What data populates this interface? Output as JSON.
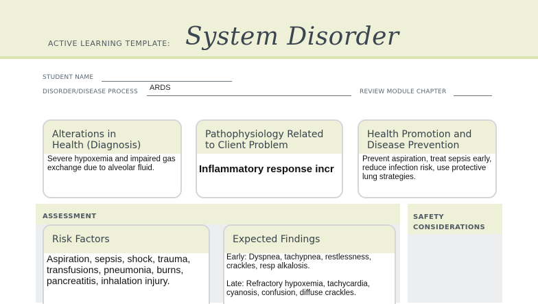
{
  "header": {
    "prefix": "ACTIVE LEARNING TEMPLATE:",
    "title": "System Disorder"
  },
  "form": {
    "student_name_label": "STUDENT NAME",
    "student_name_value": "",
    "disorder_label": "DISORDER/DISEASE PROCESS",
    "disorder_value": "ARDS",
    "review_module_label": "REVIEW MODULE CHAPTER",
    "review_module_value": ""
  },
  "boxes": {
    "alterations": {
      "heading_line1": "Alterations in",
      "heading_line2": "Health (Diagnosis)",
      "content": "Severe hypoxemia and impaired gas exchange due to alveolar fluid."
    },
    "pathophysiology": {
      "heading_line1": "Pathophysiology Related",
      "heading_line2": "to Client Problem",
      "content": "Inflammatory response incr"
    },
    "health_promotion": {
      "heading_line1": "Health Promotion and",
      "heading_line2": "Disease Prevention",
      "content": "Prevent aspiration, treat sepsis early, reduce infection risk, use protective lung strategies."
    }
  },
  "assessment": {
    "label": "ASSESSMENT",
    "risk_factors": {
      "heading": "Risk Factors",
      "content": "Aspiration, sepsis, shock, trauma, transfusions, pneumonia, burns, pancreatitis, inhalation injury."
    },
    "expected_findings": {
      "heading": "Expected Findings",
      "early": "Early: Dyspnea, tachypnea, restlessness, crackles, resp alkalosis.",
      "late": "Late: Refractory hypoxemia, tachycardia, cyanosis, confusion, diffuse crackles."
    }
  },
  "safety": {
    "label": "SAFETY CONSIDERATIONS"
  }
}
